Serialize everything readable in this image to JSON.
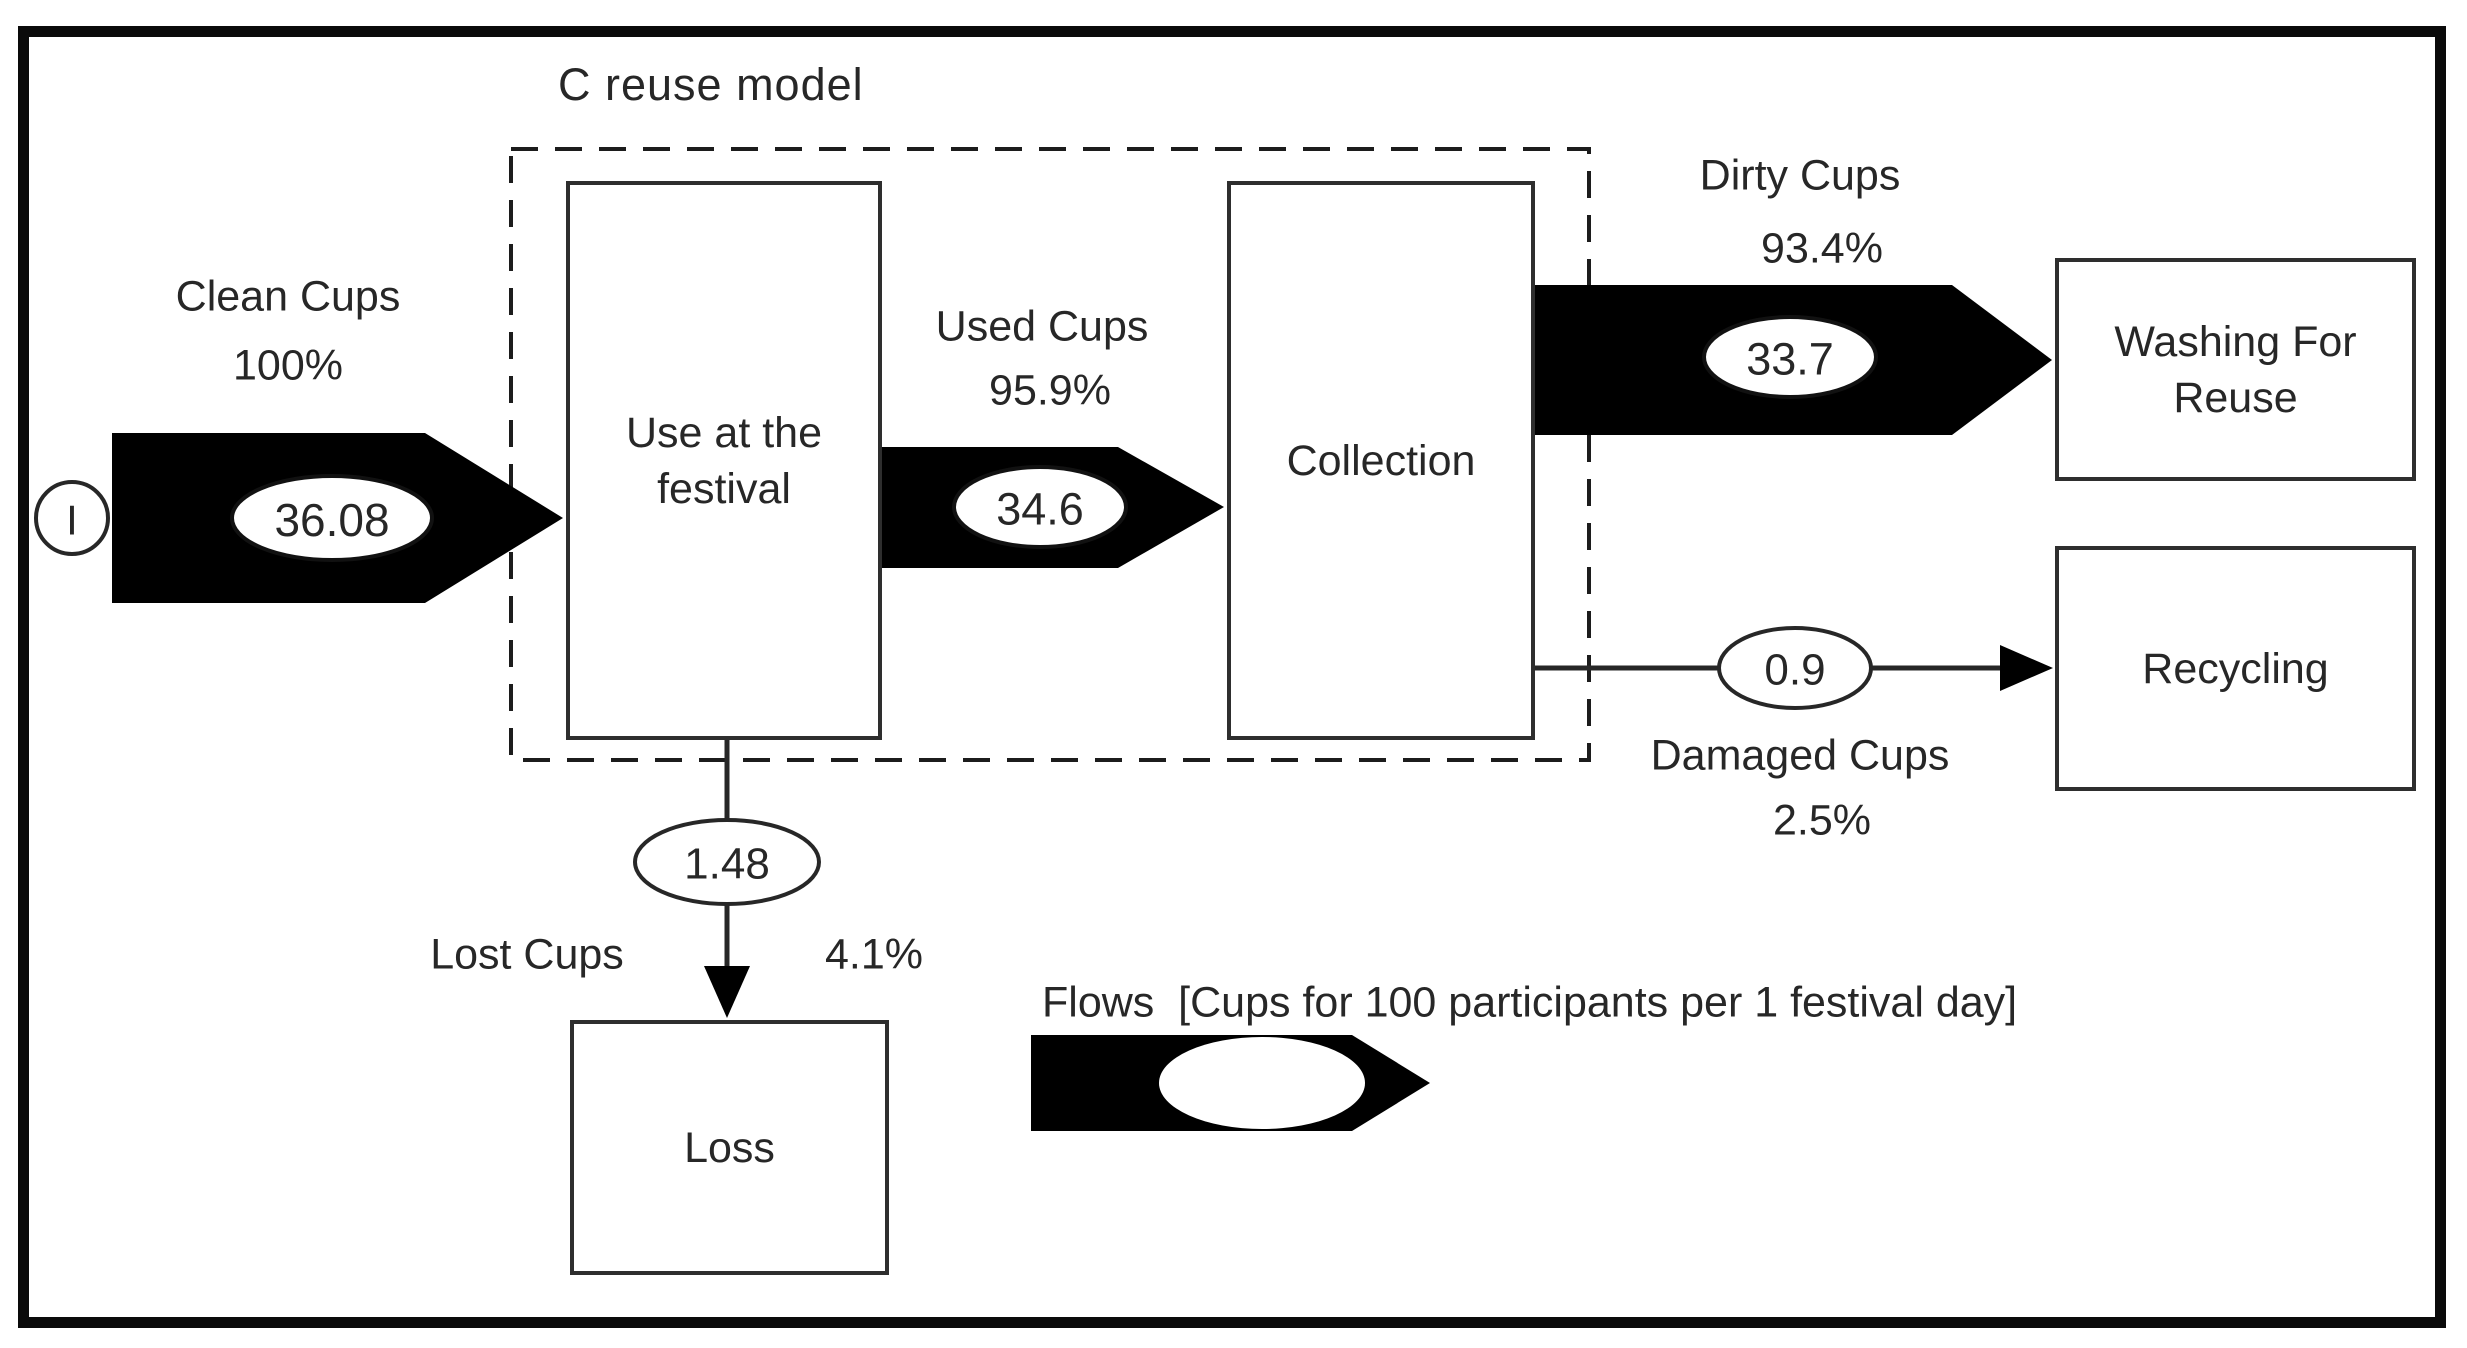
{
  "diagram": {
    "title": "C reuse model",
    "source": {
      "label": "I"
    },
    "nodes": {
      "use": {
        "line1": "Use at the",
        "line2": "festival"
      },
      "collection": {
        "label": "Collection"
      },
      "washing": {
        "line1": "Washing For",
        "line2": "Reuse"
      },
      "recycling": {
        "label": "Recycling"
      },
      "loss": {
        "label": "Loss"
      }
    },
    "flows": [
      {
        "name": "Clean Cups",
        "percent": "100%",
        "value": "36.08",
        "from": "input source",
        "to": "Use at the festival",
        "style": "thick-black-arrow"
      },
      {
        "name": "Used Cups",
        "percent": "95.9%",
        "value": "34.6",
        "from": "Use at the festival",
        "to": "Collection",
        "style": "thick-black-arrow"
      },
      {
        "name": "Dirty Cups",
        "percent": "93.4%",
        "value": "33.7",
        "from": "Collection",
        "to": "Washing For Reuse",
        "style": "thick-black-arrow"
      },
      {
        "name": "Damaged Cups",
        "percent": "2.5%",
        "value": "0.9",
        "from": "Collection",
        "to": "Recycling",
        "style": "thin-line-arrow"
      },
      {
        "name": "Lost Cups",
        "percent": "4.1%",
        "value": "1.48",
        "from": "Use at the festival",
        "to": "Loss",
        "style": "thin-line-arrow"
      }
    ],
    "legend": {
      "label": "Flows  [Cups for 100 participants per 1 festival day]"
    },
    "colors": {
      "ink": "#272727",
      "flow_fill": "#000000",
      "background": "#ffffff",
      "frame": "#0a0a0a"
    }
  }
}
